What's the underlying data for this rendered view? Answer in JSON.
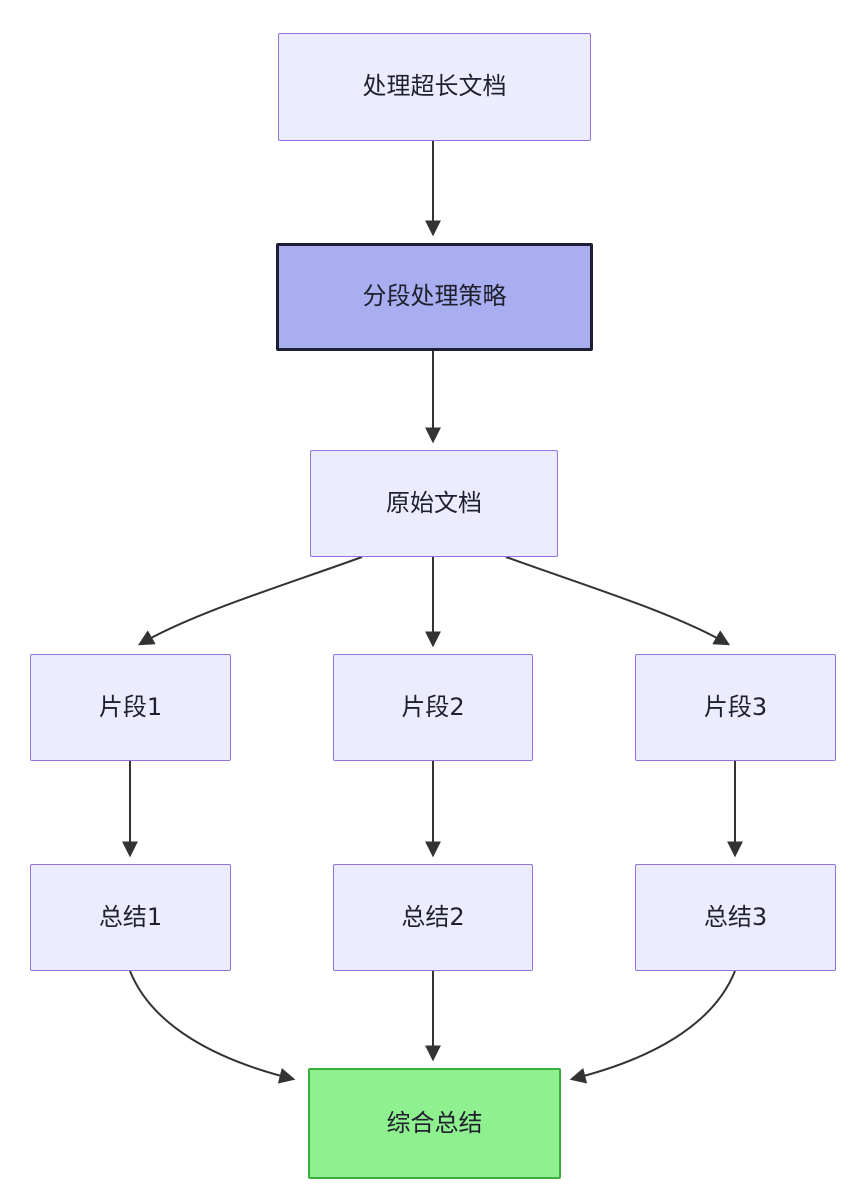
{
  "diagram": {
    "type": "flowchart-top-down",
    "nodes": [
      {
        "id": "A",
        "label": "处理超长文档",
        "type": "default"
      },
      {
        "id": "B",
        "label": "分段处理策略",
        "type": "highlight"
      },
      {
        "id": "C",
        "label": "原始文档",
        "type": "default"
      },
      {
        "id": "D1",
        "label": "片段1",
        "type": "default"
      },
      {
        "id": "D2",
        "label": "片段2",
        "type": "default"
      },
      {
        "id": "D3",
        "label": "片段3",
        "type": "default"
      },
      {
        "id": "E1",
        "label": "总结1",
        "type": "default"
      },
      {
        "id": "E2",
        "label": "总结2",
        "type": "default"
      },
      {
        "id": "E3",
        "label": "总结3",
        "type": "default"
      },
      {
        "id": "F",
        "label": "综合总结",
        "type": "success"
      }
    ],
    "edges": [
      {
        "from": "A",
        "to": "B"
      },
      {
        "from": "B",
        "to": "C"
      },
      {
        "from": "C",
        "to": "D1"
      },
      {
        "from": "C",
        "to": "D2"
      },
      {
        "from": "C",
        "to": "D3"
      },
      {
        "from": "D1",
        "to": "E1"
      },
      {
        "from": "D2",
        "to": "E2"
      },
      {
        "from": "D3",
        "to": "E3"
      },
      {
        "from": "E1",
        "to": "F"
      },
      {
        "from": "E2",
        "to": "F"
      },
      {
        "from": "E3",
        "to": "F"
      }
    ],
    "colors": {
      "node_fill": "#ECECFF",
      "node_border": "#9370DB",
      "highlight_fill": "#a8aef0",
      "highlight_border": "#1f1f33",
      "success_fill": "#8ff08f",
      "success_border": "#3bad3b",
      "edge_color": "#333333"
    }
  }
}
